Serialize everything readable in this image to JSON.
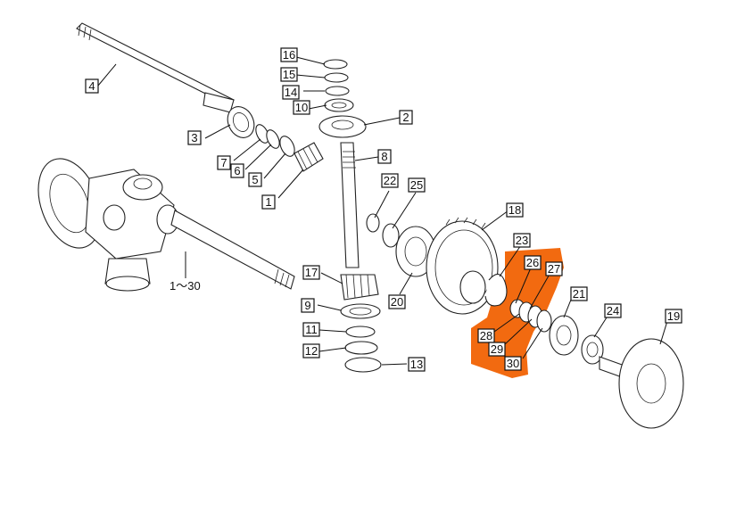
{
  "diagram": {
    "highlight_color": "#f26a10",
    "assembly_label": "1～30",
    "callouts": [
      {
        "id": "1",
        "label": "1"
      },
      {
        "id": "2",
        "label": "2"
      },
      {
        "id": "3",
        "label": "3"
      },
      {
        "id": "4",
        "label": "4"
      },
      {
        "id": "5",
        "label": "5"
      },
      {
        "id": "6",
        "label": "6"
      },
      {
        "id": "7",
        "label": "7"
      },
      {
        "id": "8",
        "label": "8"
      },
      {
        "id": "9",
        "label": "9"
      },
      {
        "id": "10",
        "label": "10"
      },
      {
        "id": "11",
        "label": "11"
      },
      {
        "id": "12",
        "label": "12"
      },
      {
        "id": "13",
        "label": "13"
      },
      {
        "id": "14",
        "label": "14"
      },
      {
        "id": "15",
        "label": "15"
      },
      {
        "id": "16",
        "label": "16"
      },
      {
        "id": "17",
        "label": "17"
      },
      {
        "id": "18",
        "label": "18"
      },
      {
        "id": "19",
        "label": "19"
      },
      {
        "id": "20",
        "label": "20"
      },
      {
        "id": "21",
        "label": "21"
      },
      {
        "id": "22",
        "label": "22"
      },
      {
        "id": "23",
        "label": "23"
      },
      {
        "id": "24",
        "label": "24"
      },
      {
        "id": "25",
        "label": "25"
      },
      {
        "id": "26",
        "label": "26"
      },
      {
        "id": "27",
        "label": "27"
      },
      {
        "id": "28",
        "label": "28"
      },
      {
        "id": "29",
        "label": "29"
      },
      {
        "id": "30",
        "label": "30"
      }
    ]
  }
}
